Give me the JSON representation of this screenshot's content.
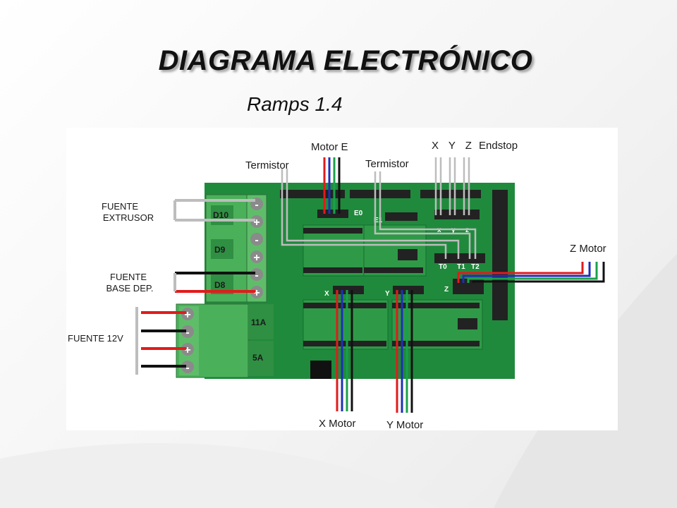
{
  "title": "DIAGRAMA ELECTRÓNICO",
  "subtitle": "Ramps 1.4",
  "labels": {
    "motor_e": "Motor E",
    "termistor_left": "Termistor",
    "termistor_right": "Termistor",
    "xyz": "X Y Z",
    "endstop": "Endstop",
    "fuente_extrusor_1": "FUENTE",
    "fuente_extrusor_2": "EXTRUSOR",
    "fuente_base_1": "FUENTE",
    "fuente_base_2": "BASE DEP.",
    "fuente_12v": "FUENTE 12V",
    "z_motor": "Z Motor",
    "x_motor": "X Motor",
    "y_motor": "Y Motor"
  },
  "board": {
    "d10": "D10",
    "d9": "D9",
    "d8": "D8",
    "fuse_11a": "11A",
    "fuse_5a": "5A",
    "e0": "E0",
    "e1": "E1",
    "t0": "T0",
    "t1": "T1",
    "t2": "T2",
    "x": "X",
    "y": "Y",
    "z": "Z",
    "endstop_x": "x",
    "endstop_y": "y",
    "endstop_z": "z",
    "minus": "-",
    "plus": "+"
  },
  "colors": {
    "board": "#1f8a3c",
    "terminal": "#4bb05a",
    "wire_red": "#e21b1b",
    "wire_black": "#111111",
    "wire_blue": "#1f2fb8",
    "wire_green": "#19a24a",
    "wire_gray": "#bdbdbd"
  }
}
